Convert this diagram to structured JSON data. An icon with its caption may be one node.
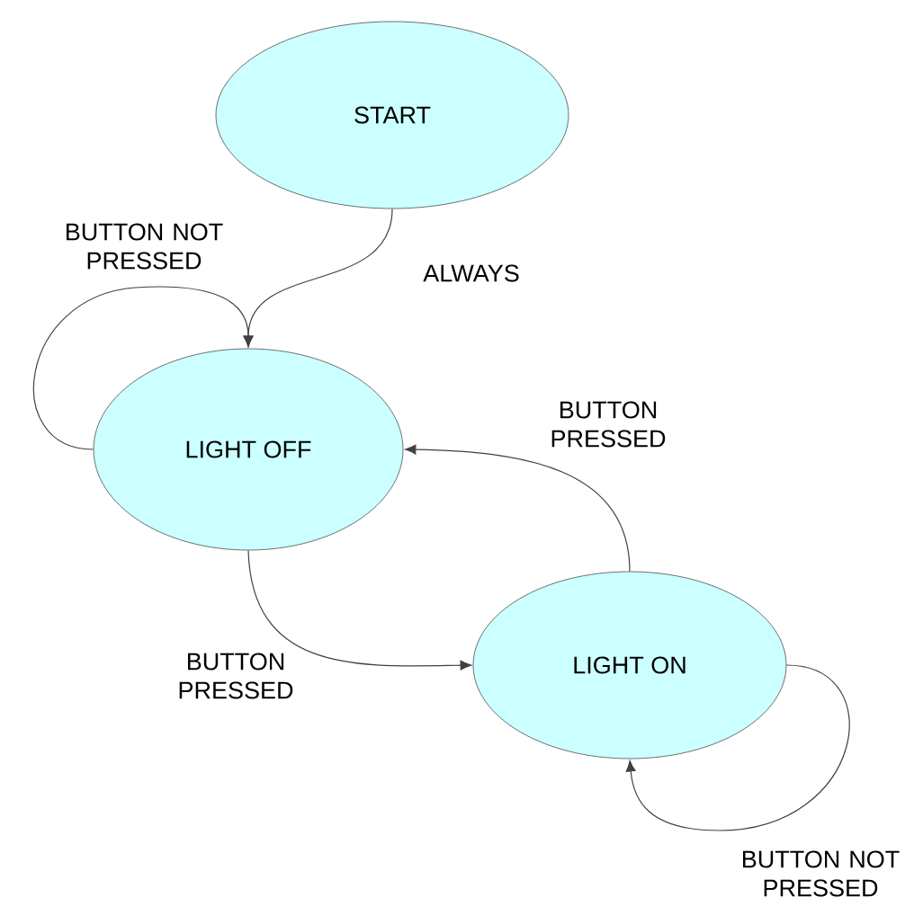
{
  "diagram": {
    "nodes": [
      {
        "text": [
          "START"
        ]
      },
      {
        "text": [
          "LIGHT OFF"
        ]
      },
      {
        "text": [
          "LIGHT ON"
        ]
      }
    ],
    "edges": [
      {
        "from": 0,
        "to": 1,
        "arrow": "to",
        "label": "ALWAYS"
      },
      {
        "from": 1,
        "to": 1,
        "arrow": "to",
        "label": "BUTTON NOT PRESSED"
      },
      {
        "from": 1,
        "to": 2,
        "arrow": "to",
        "label": "BUTTON PRESSED"
      },
      {
        "from": 2,
        "to": 1,
        "arrow": "to",
        "label": "BUTTON PRESSED"
      },
      {
        "from": 2,
        "to": 2,
        "arrow": "to",
        "label": "BUTTON NOT PRESSED"
      }
    ]
  }
}
